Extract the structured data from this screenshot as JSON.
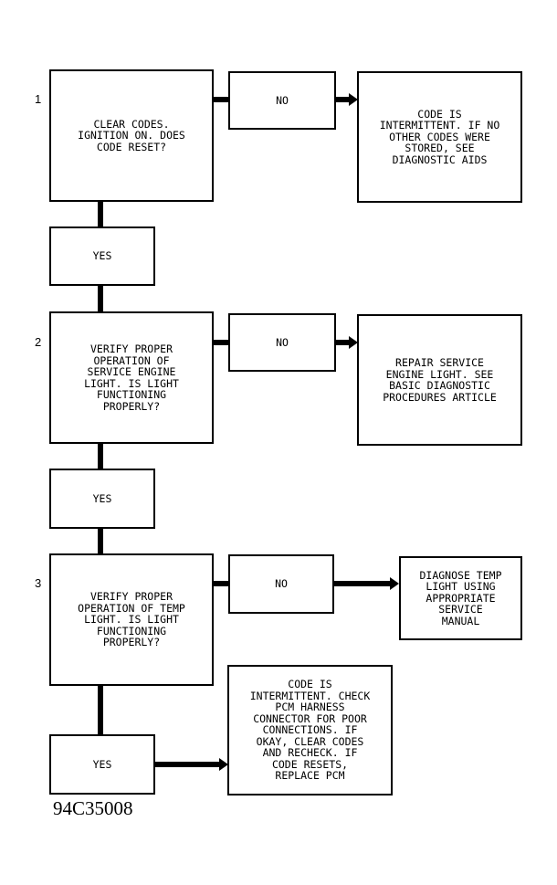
{
  "steps": [
    {
      "number": "1",
      "question": "CLEAR CODES.\nIGNITION ON. DOES\nCODE RESET?",
      "no_label": "NO",
      "no_result": "CODE IS\nINTERMITTENT. IF NO\nOTHER CODES WERE\nSTORED, SEE\nDIAGNOSTIC AIDS",
      "yes_label": "YES"
    },
    {
      "number": "2",
      "question": "VERIFY PROPER\nOPERATION OF\nSERVICE ENGINE\nLIGHT. IS LIGHT\nFUNCTIONING\nPROPERLY?",
      "no_label": "NO",
      "no_result": "REPAIR SERVICE\nENGINE LIGHT. SEE\nBASIC DIAGNOSTIC\nPROCEDURES ARTICLE",
      "yes_label": "YES"
    },
    {
      "number": "3",
      "question": "VERIFY PROPER\nOPERATION OF TEMP\nLIGHT. IS LIGHT\nFUNCTIONING\nPROPERLY?",
      "no_label": "NO",
      "no_result": "DIAGNOSE TEMP\nLIGHT USING\nAPPROPRIATE\nSERVICE\nMANUAL",
      "yes_label": "YES",
      "yes_result": "CODE IS\nINTERMITTENT. CHECK\nPCM HARNESS\nCONNECTOR FOR POOR\nCONNECTIONS. IF\nOKAY, CLEAR CODES\nAND RECHECK. IF\nCODE RESETS,\nREPLACE PCM"
    }
  ],
  "figure_id": "94C35008"
}
